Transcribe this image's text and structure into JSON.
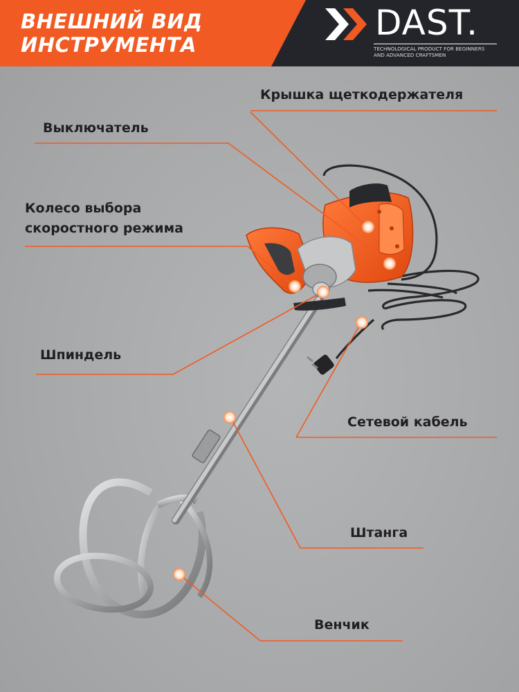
{
  "header": {
    "title_line1": "ВНЕШНИЙ ВИД",
    "title_line2": "ИНСТРУМЕНТА"
  },
  "logo": {
    "brand": "DAST.",
    "tagline_line1": "TECHNOLOGICAL PRODUCT FOR BEGINNERS",
    "tagline_line2": "AND ADVANCED CRAFTSMEN",
    "icon": "double-chevron-icon"
  },
  "labels": {
    "brush_cover": "Крышка щеткодержателя",
    "switch": "Выключатель",
    "speed_wheel_line1": "Колесо выбора",
    "speed_wheel_line2": "скоростного режима",
    "spindle": "Шпиндель",
    "power_cable": "Сетевой кабель",
    "rod": "Штанга",
    "whisk": "Венчик"
  },
  "colors": {
    "accent": "#f15a22",
    "dark": "#23252b",
    "background": "#a9aaab",
    "text": "#1f1f21"
  }
}
